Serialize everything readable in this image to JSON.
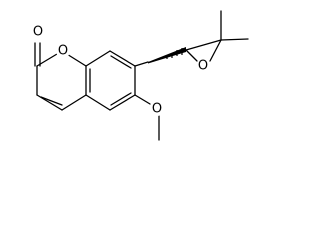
{
  "structure": {
    "atoms": [
      {
        "id": "carbonyl-oxygen",
        "label": "O"
      },
      {
        "id": "ring-oxygen",
        "label": "O"
      },
      {
        "id": "epoxide-oxygen",
        "label": "O"
      },
      {
        "id": "methoxy-oxygen",
        "label": "O"
      }
    ]
  }
}
